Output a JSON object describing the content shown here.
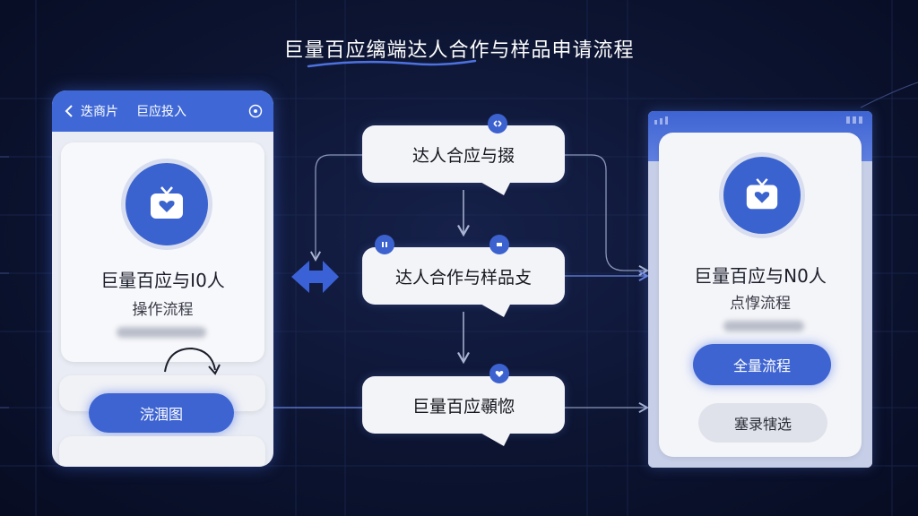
{
  "title": "巨量百应缡端达人合作与样品申请流程",
  "left_phone": {
    "header_back": "迭商片",
    "header_title": "巨应投入",
    "card_title": "巨量百应与I0人",
    "card_subtitle": "操作流程",
    "button_label": "浣涠图"
  },
  "flow": {
    "box1": "达人合应与掇",
    "box2": "达人合作与样品攴",
    "box3": "巨量百应䫮惚"
  },
  "right_phone": {
    "card_title": "巨量百应与N0人",
    "card_subtitle": "点惸流程",
    "primary_button": "全量流程",
    "secondary_button": "塞录犗选"
  },
  "colors": {
    "background": "#0c1431",
    "accent": "#3f68d6",
    "box_fill": "#f3f4f8",
    "connector": "#9aa4c4"
  }
}
